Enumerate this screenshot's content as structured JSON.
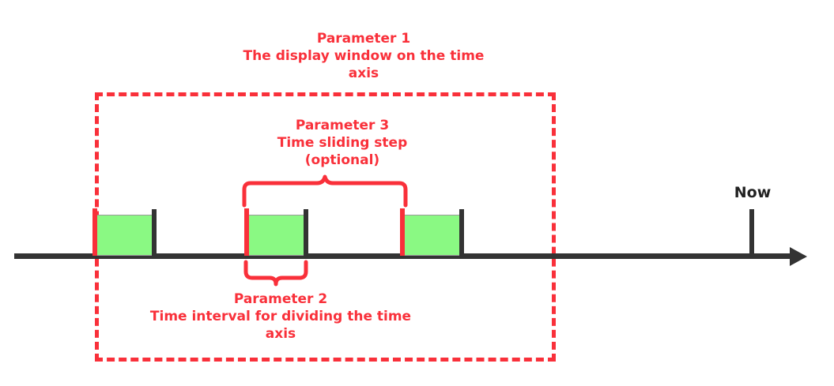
{
  "diagram": {
    "title_annotations": {
      "parameter1": "Parameter 1\nThe display window on the time\naxis",
      "parameter3": "Parameter 3\nTime sliding step\n(optional)",
      "parameter2": "Parameter 2\nTime interval for dividing the time\naxis"
    },
    "axis": {
      "now_label": "Now"
    },
    "colors": {
      "annotation_red": "#f9303a",
      "interval_fill_green": "#8af983",
      "axis_dark": "#333333",
      "background": "#ffffff"
    },
    "intervals": [
      {
        "name": "interval-1"
      },
      {
        "name": "interval-2"
      },
      {
        "name": "interval-3"
      }
    ]
  }
}
